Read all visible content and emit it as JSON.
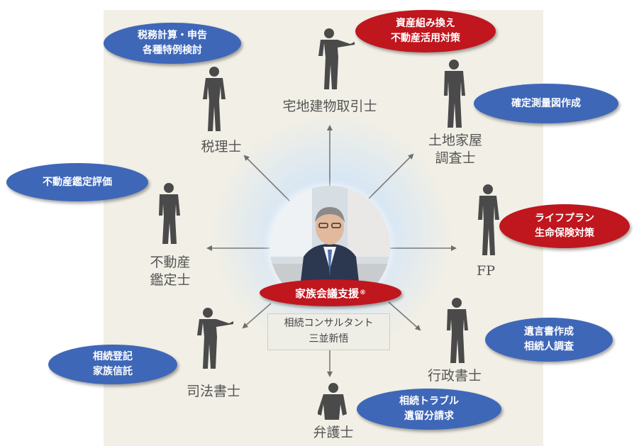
{
  "center": {
    "badge": "家族会議支援",
    "badge_mark": "®",
    "role": "相続コンサルタント",
    "name": "三並新悟"
  },
  "nodes": {
    "zeirishi": {
      "label": "税理士",
      "bubble": "税務計算・申告\n各種特例検討",
      "bubble_color": "#3f67b8"
    },
    "takken": {
      "label": "宅地建物取引士",
      "bubble": "資産組み換え\n不動産活用対策",
      "bubble_color": "#c0161e"
    },
    "tochikaoku": {
      "label": "土地家屋\n調査士",
      "bubble": "確定測量図作成",
      "bubble_color": "#3f67b8"
    },
    "kanteishi": {
      "label": "不動産\n鑑定士",
      "bubble": "不動産鑑定評価",
      "bubble_color": "#3f67b8"
    },
    "fp": {
      "label": "FP",
      "bubble": "ライフプラン\n生命保険対策",
      "bubble_color": "#c0161e"
    },
    "shihoshoshi": {
      "label": "司法書士",
      "bubble": "相続登記\n家族信託",
      "bubble_color": "#3f67b8"
    },
    "gyoseishoshi": {
      "label": "行政書士",
      "bubble": "遺言書作成\n相続人調査",
      "bubble_color": "#3f67b8"
    },
    "bengoshi": {
      "label": "弁護士",
      "bubble": "相続トラブル\n遺留分請求",
      "bubble_color": "#3f67b8"
    }
  }
}
